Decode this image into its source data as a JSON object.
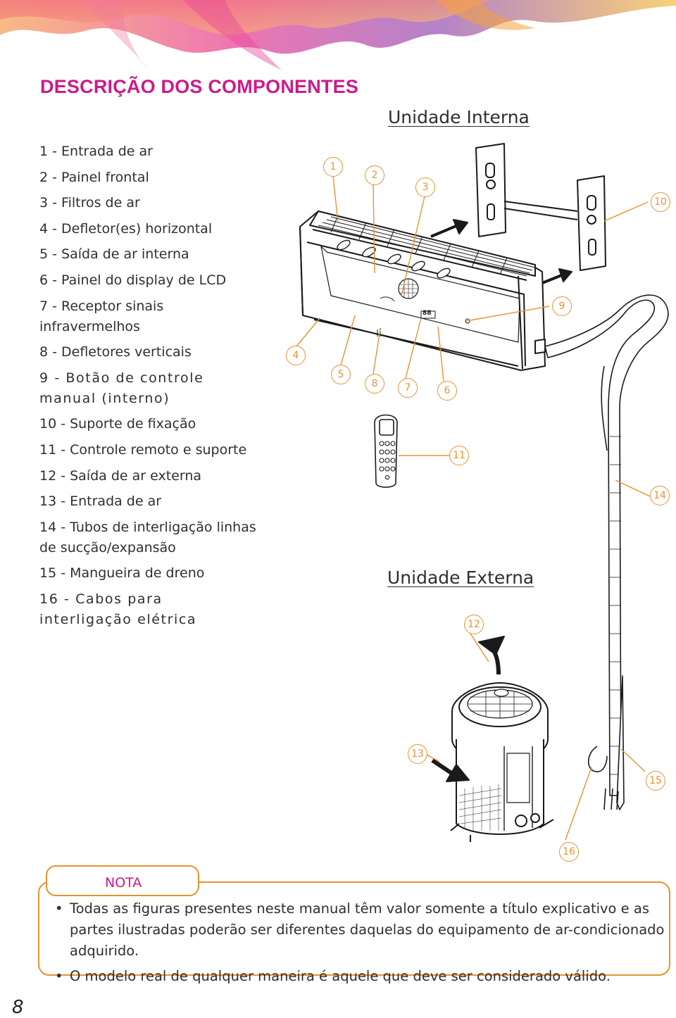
{
  "title": "DESCRIÇÃO DOS COMPONENTES",
  "components": [
    "1 - Entrada de ar",
    "2 - Painel frontal",
    "3 - Filtros de ar",
    "4 - Defletor(es) horizontal",
    "5 - Saída de ar interna",
    "6 - Painel do display de LCD",
    "7 - Receptor sinais infravermelhos",
    "8 - Defletores verticais",
    "9 - Botão de controle manual (interno)",
    "10 - Suporte de fixação",
    "11 - Controle remoto e suporte",
    "12 - Saída de ar externa",
    "13 - Entrada de ar",
    "14 - Tubos de interligação linhas de sucção/expansão",
    "15 - Mangueira de dreno",
    "16 - Cabos para interligação elétrica"
  ],
  "indoor_unit_title": "Unidade Interna",
  "outdoor_unit_title": "Unidade Externa",
  "callouts": [
    "1",
    "2",
    "3",
    "4",
    "5",
    "6",
    "7",
    "8",
    "9",
    "10",
    "11",
    "12",
    "13",
    "14",
    "15",
    "16"
  ],
  "indoor_display_text": "88",
  "note": {
    "label": "NOTA",
    "items": [
      "Todas as figuras presentes neste manual têm valor somente a título explicativo e as partes ilustradas poderão ser diferentes daquelas do equipamento de ar-condicionado adquirido.",
      "O modelo real de qualquer maneira é aquele que deve ser considerado válido."
    ]
  },
  "page_number": "8",
  "colors": {
    "title": "#cc1a8b",
    "callout": "#e8922f",
    "note_border": "#e8922f",
    "text": "#2f2f2f"
  }
}
